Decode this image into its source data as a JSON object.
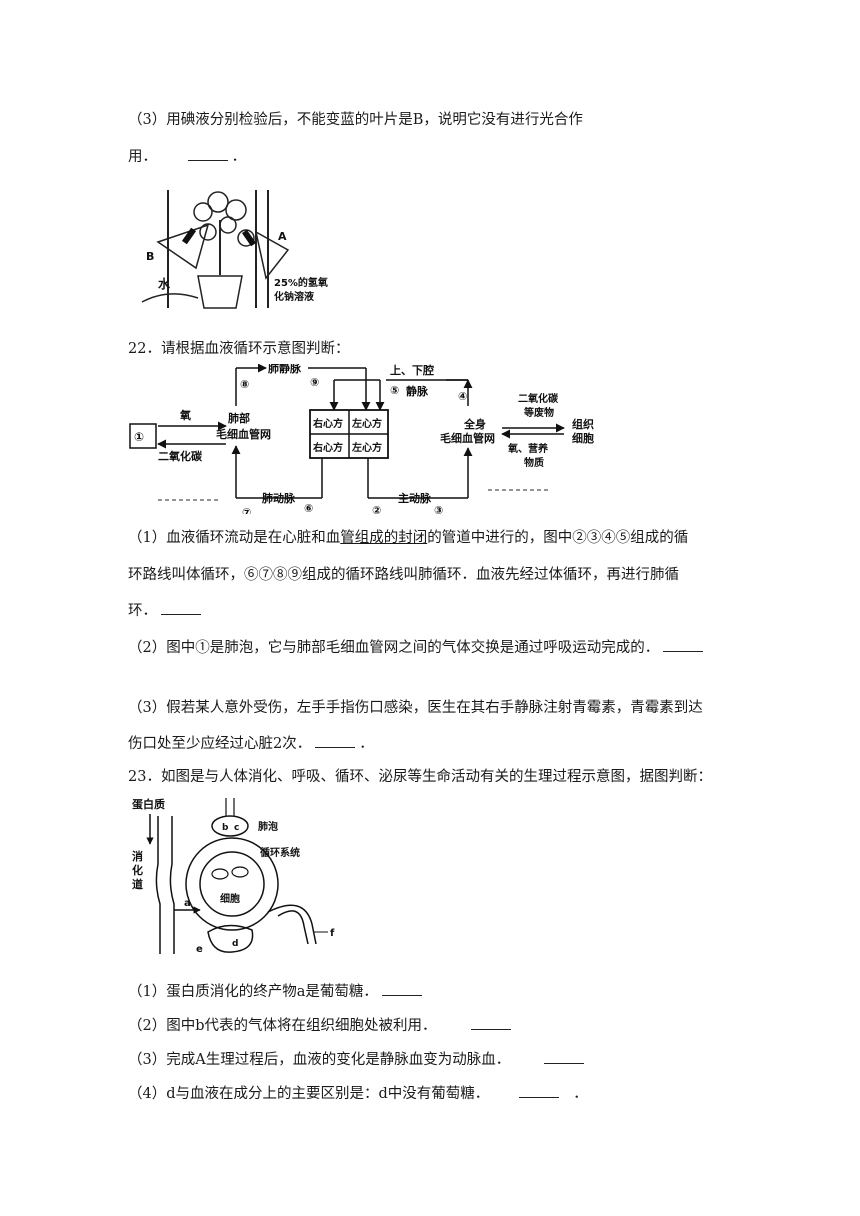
{
  "q21": {
    "p3_line1": "（3）用碘液分别检验后，不能变蓝的叶片是B，说明它没有进行光合作",
    "p3_line2": "用．",
    "p3_tail": "．",
    "fig": {
      "label_b": "B",
      "label_a": "A",
      "water": "水",
      "naoh_l1": "25%的氢氧",
      "naoh_l2": "化钠溶液"
    }
  },
  "q22": {
    "title": "22．请根据血液循环示意图判断：",
    "fig": {
      "lung_vein": "肺静脉",
      "vena_cava": "上、下腔",
      "vein": "静脉",
      "oxygen": "氧",
      "co2": "二氧化碳",
      "lung_cap_l1": "肺部",
      "lung_cap_l2": "毛细血管网",
      "ra": "右心方",
      "la": "左心方",
      "rv": "右心方",
      "lv": "左心方",
      "body_cap_l1": "全身",
      "body_cap_l2": "毛细血管网",
      "co2_waste_l1": "二氧化碳",
      "co2_waste_l2": "等废物",
      "o2_nutr_l1": "氧、营养",
      "o2_nutr_l2": "物质",
      "tissue_l1": "组织",
      "tissue_l2": "细胞",
      "pulm_artery": "肺动脉",
      "aorta": "主动脉",
      "n1": "①",
      "n2": "②",
      "n3": "③",
      "n4": "④",
      "n5": "⑤",
      "n6": "⑥",
      "n7": "⑦",
      "n8": "⑧",
      "n9": "⑨"
    },
    "p1_line1_a": "（1）血液循环流动是在心脏和血",
    "p1_line1_u": "管组成的封闭",
    "p1_line1_b": "的管道中进行的，图中②③④⑤组成的循",
    "p1_line2": "环路线叫体循环，⑥⑦⑧⑨组成的循环路线叫肺循环．血液先经过体循环，再进行肺循",
    "p1_line3": "环．",
    "p2": "（2）图中①是肺泡，它与肺部毛细血管网之间的气体交换是通过呼吸运动完成的．",
    "p3_line1": "（3）假若某人意外受伤，左手手指伤口感染，医生在其右手静脉注射青霉素，青霉素到达",
    "p3_line2": "伤口处至少应经过心脏2次．",
    "p3_tail": "．"
  },
  "q23": {
    "title": "23．如图是与人体消化、呼吸、循环、泌尿等生命活动有关的生理过程示意图，据图判断：",
    "fig": {
      "protein": "蛋白质",
      "gut_l1": "消",
      "gut_l2": "化",
      "gut_l3": "道",
      "alveolus": "肺泡",
      "circulation": "循环系统",
      "cell": "细胞",
      "a": "a",
      "b": "b",
      "c": "c",
      "d": "d",
      "e": "e",
      "f": "f"
    },
    "p1": "（1）蛋白质消化的终产物a是葡萄糖．",
    "p2": "（2）图中b代表的气体将在组织细胞处被利用．",
    "p3": "（3）完成A生理过程后，血液的变化是静脉血变为动脉血．",
    "p4": "（4）d与血液在成分上的主要区别是：d中没有葡萄糖．",
    "p4_tail": "．"
  }
}
